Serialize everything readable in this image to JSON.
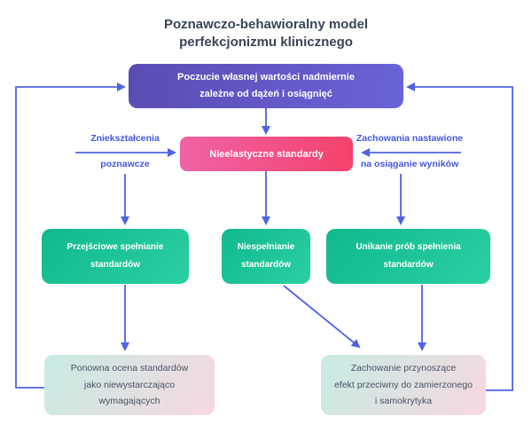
{
  "title": "Poznawczo-behawioralny model\nperfekcjonizmu klinicznego",
  "nodes": {
    "self_worth": "Poczucie własnej wartości nadmiernie\nzależne od dążeń i osiągnięć",
    "standards": "Nieelastyczne standardy",
    "transient": "Przejściowe spełnianie\nstandardów",
    "failure": "Niespełnianie\nstandardów",
    "avoidance": "Unikanie prób spełnienia\nstandardów",
    "reappraisal": "Ponowna ocena standardów\njako niewystarczająco\nwymagających",
    "counterproductive": "Zachowanie przynoszące\nefekt przeciwny do zamierzonego\ni samokrytyka"
  },
  "edge_labels": {
    "distortions_line1": "Zniekształcenia",
    "distortions_line2": "poznawcze",
    "behaviors_line1": "Zachowania nastawione",
    "behaviors_line2": "na osiąganie wyników"
  },
  "colors": {
    "arrow": "#4f63e2",
    "edge_label_text": "#4656e0",
    "title_text": "#3a4454",
    "node_text_dark": "#4a5263",
    "sw_from": "#5a4cb2",
    "sw_to": "#6a63d8",
    "std_from": "#f063a6",
    "std_to": "#f4426c",
    "green_from": "#11b78e",
    "green_to": "#2bd1a3",
    "light_from": "#c7ebe3",
    "light_to": "#f6d8e0"
  }
}
